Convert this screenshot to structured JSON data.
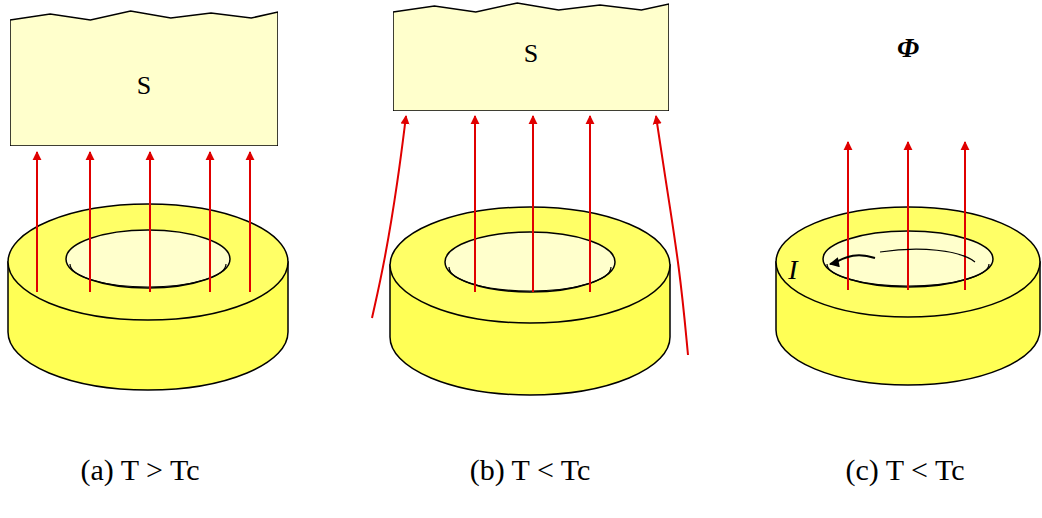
{
  "diagram": {
    "nodes": [
      {
        "text": [
          "S"
        ]
      },
      {
        "text": [
          "S"
        ]
      }
    ],
    "labels": [
      "Φ",
      "I",
      "(a) T > Tc",
      "(b) T < Tc",
      "(c) T < Tc"
    ]
  }
}
